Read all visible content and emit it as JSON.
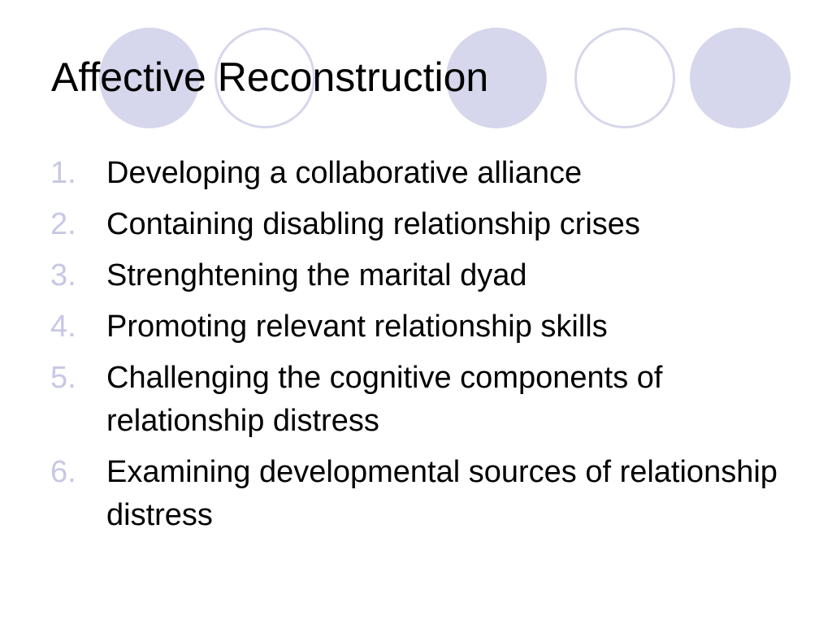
{
  "slide": {
    "title": "Affective Reconstruction",
    "accent_color": "#d6d6ec",
    "number_color": "#c7c7e5",
    "items": [
      {
        "number": "1.",
        "text": "Developing a collaborative alliance"
      },
      {
        "number": "2.",
        "text": "Containing disabling relationship crises"
      },
      {
        "number": "3.",
        "text": "Strenghtening the marital dyad"
      },
      {
        "number": "4.",
        "text": "Promoting relevant relationship skills"
      },
      {
        "number": "5.",
        "text": "Challenging the cognitive components of relationship distress"
      },
      {
        "number": "6.",
        "text": "Examining developmental sources of relationship distress"
      }
    ]
  }
}
